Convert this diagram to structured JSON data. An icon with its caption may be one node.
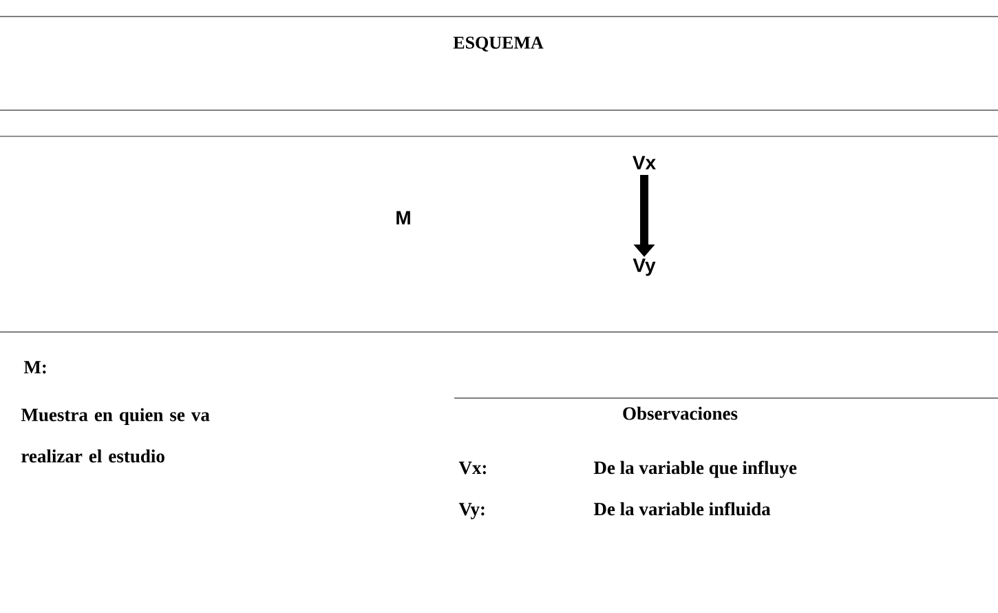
{
  "diagram": {
    "title": "ESQUEMA",
    "nodes": [
      {
        "text": [
          "Vx"
        ]
      },
      {
        "text": [
          "Vy"
        ]
      }
    ],
    "edges": [
      {
        "from": 0,
        "to": 1,
        "arrow": "to"
      }
    ],
    "labels": [
      "M",
      "M:",
      "Muestra en quien se va realizar el estudio",
      "Observaciones",
      "Vx:",
      "De la variable que influye",
      "Vy:",
      "De la variable influida"
    ]
  }
}
